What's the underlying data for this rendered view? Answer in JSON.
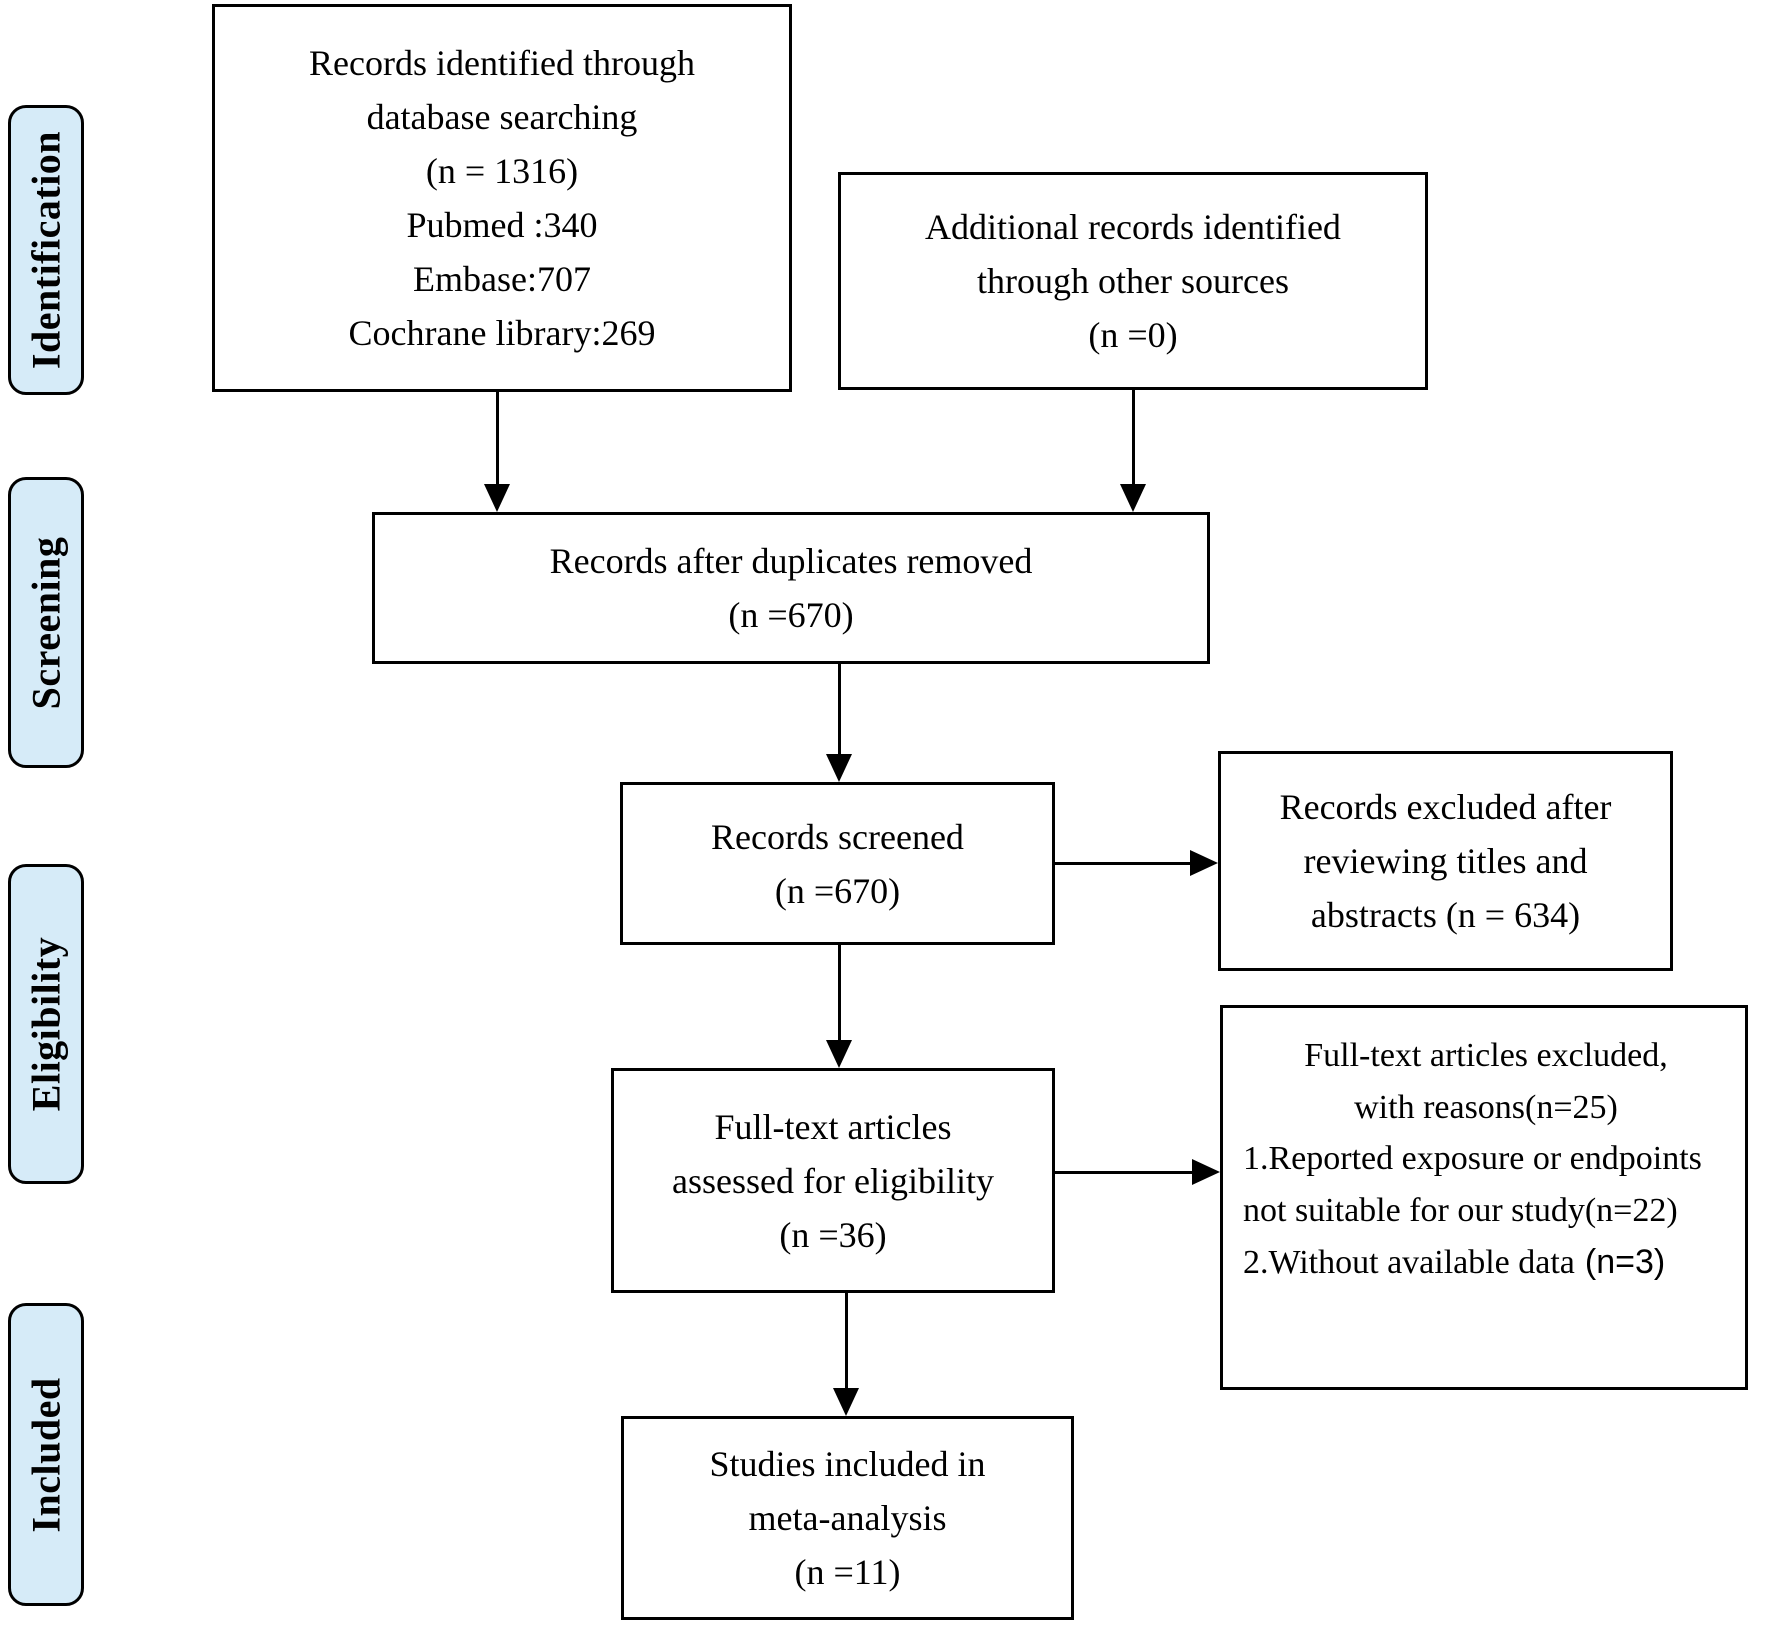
{
  "colors": {
    "background": "#ffffff",
    "box_fill": "#ffffff",
    "stage_fill": "#d6ebf8",
    "line": "#000000",
    "text": "#000000"
  },
  "stages": {
    "identification": "Identification",
    "screening": "Screening",
    "eligibility": "Eligibility",
    "included": "Included"
  },
  "boxes": {
    "identified": {
      "lines": [
        "Records identified through",
        "database searching",
        "(n = 1316)",
        "Pubmed :340",
        "Embase:707",
        "Cochrane library:269"
      ]
    },
    "additional": {
      "lines": [
        "Additional records identified",
        "through other sources",
        "(n =0)"
      ]
    },
    "duplicates_removed": {
      "lines": [
        "Records after duplicates removed",
        "(n =670)"
      ]
    },
    "screened": {
      "lines": [
        "Records screened",
        "(n =670)"
      ]
    },
    "excluded_titles": {
      "lines": [
        "Records excluded after",
        "reviewing titles and",
        "abstracts (n = 634)"
      ]
    },
    "fulltext_assessed": {
      "lines": [
        "Full-text articles",
        "assessed for eligibility",
        "(n =36)"
      ]
    },
    "fulltext_excluded": {
      "line1": "Full-text articles excluded,",
      "line2": "with reasons(n=25)",
      "reason1": "1.Reported exposure or endpoints not suitable for our study(n=22)",
      "reason2": "2.Without available data",
      "reason2_n": "(n=3)"
    },
    "included_meta": {
      "lines": [
        "Studies included in",
        "meta-analysis",
        "(n =11)"
      ]
    }
  }
}
